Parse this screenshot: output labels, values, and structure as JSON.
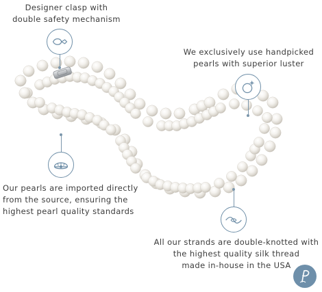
{
  "callouts": {
    "clasp": {
      "line1": "Designer clasp with",
      "line2": "double safety mechanism",
      "icon": "clasp-icon"
    },
    "luster": {
      "line1": "We exclusively use handpicked",
      "line2": "pearls with superior luster",
      "icon": "sparkling-pearl-icon"
    },
    "source": {
      "line1": "Our pearls are imported directly",
      "line2": "from the source, ensuring the",
      "line3": "highest pearl quality standards",
      "icon": "oyster-shell-icon"
    },
    "knotted": {
      "line1": "All our strands are double-knotted with",
      "line2": "the highest quality silk thread",
      "line3": "made in-house in the USA",
      "icon": "knotted-thread-icon"
    }
  },
  "logo": {
    "icon": "script-p-logo-icon"
  },
  "colors": {
    "accent": "#6f8fa8",
    "text": "#3b3b3b",
    "pearl": "#f4f2ee",
    "pearl_shadow": "#c9c5bd",
    "clasp_metal": "#b9bcc0"
  }
}
